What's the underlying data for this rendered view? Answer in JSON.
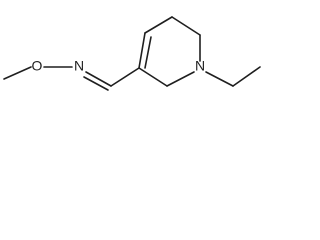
{
  "molecule": {
    "atom_labels": {
      "oxygen": "O",
      "oxime_nitrogen": "N",
      "ring_nitrogen": "N"
    }
  }
}
